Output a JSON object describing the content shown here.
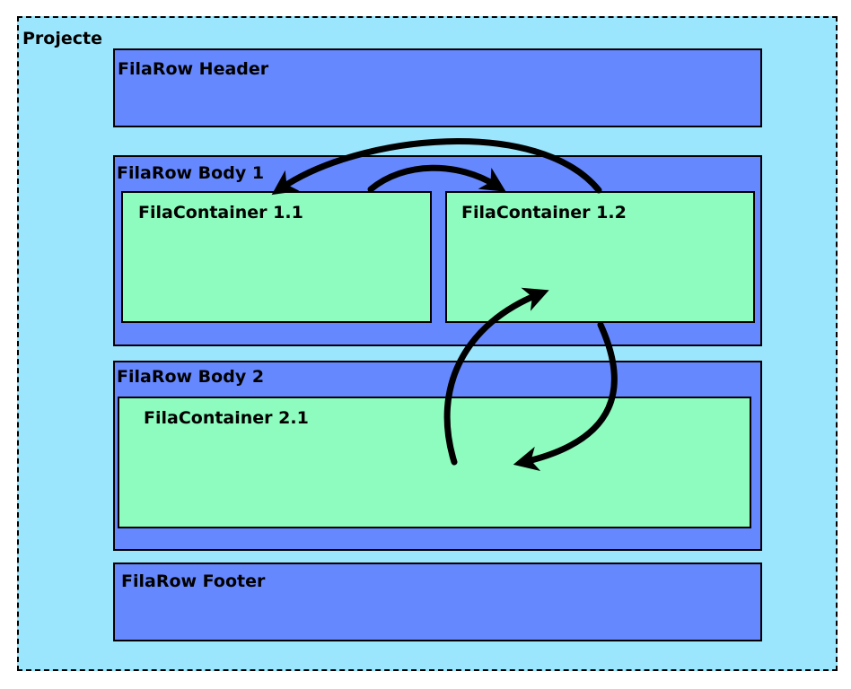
{
  "project": {
    "label": "Projecte"
  },
  "rows": {
    "header": {
      "label": "FilaRow Header"
    },
    "body1": {
      "label": "FilaRow Body 1"
    },
    "body2": {
      "label": "FilaRow Body 2"
    },
    "footer": {
      "label": "FilaRow Footer"
    }
  },
  "containers": {
    "c11": {
      "label": "FilaContainer 1.1"
    },
    "c12": {
      "label": "FilaContainer 1.2"
    },
    "c21": {
      "label": "FilaContainer 2.1"
    }
  },
  "colors": {
    "project_fill": "#9be6fc",
    "row_fill": "#6688ff",
    "container_fill": "#8dfcbe",
    "stroke": "#000000"
  }
}
